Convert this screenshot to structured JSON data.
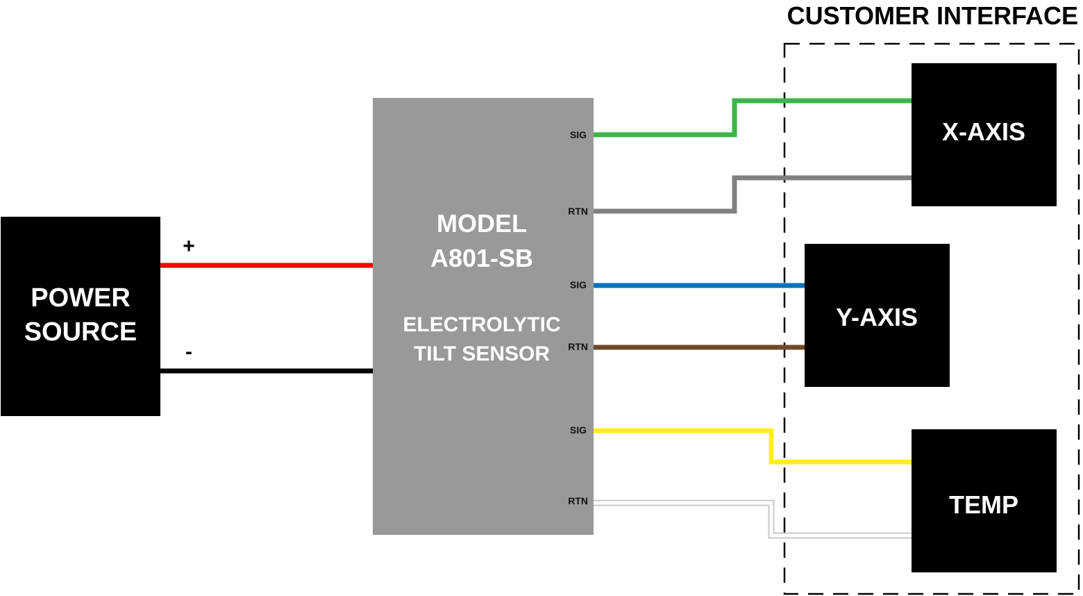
{
  "power_source": {
    "line1": "POWER",
    "line2": "SOURCE",
    "positive_label": "+",
    "negative_label": "-"
  },
  "sensor": {
    "model_line1": "MODEL",
    "model_line2": "A801-SB",
    "desc_line1": "ELECTROLYTIC",
    "desc_line2": "TILT SENSOR"
  },
  "pins": [
    {
      "label": "SIG",
      "color": "#3cb44b"
    },
    {
      "label": "RTN",
      "color": "#808080"
    },
    {
      "label": "SIG",
      "color": "#0070c0"
    },
    {
      "label": "RTN",
      "color": "#70492a"
    },
    {
      "label": "SIG",
      "color": "#ffee1f"
    },
    {
      "label": "RTN",
      "color": "#ffffff"
    }
  ],
  "customer_interface": {
    "title": "CUSTOMER INTERFACE",
    "outputs": [
      "X-AXIS",
      "Y-AXIS",
      "TEMP"
    ]
  },
  "colors": {
    "power_positive": "#ff0000",
    "power_negative": "#000000",
    "sensor_body": "#999999",
    "box_fill": "#000000"
  }
}
